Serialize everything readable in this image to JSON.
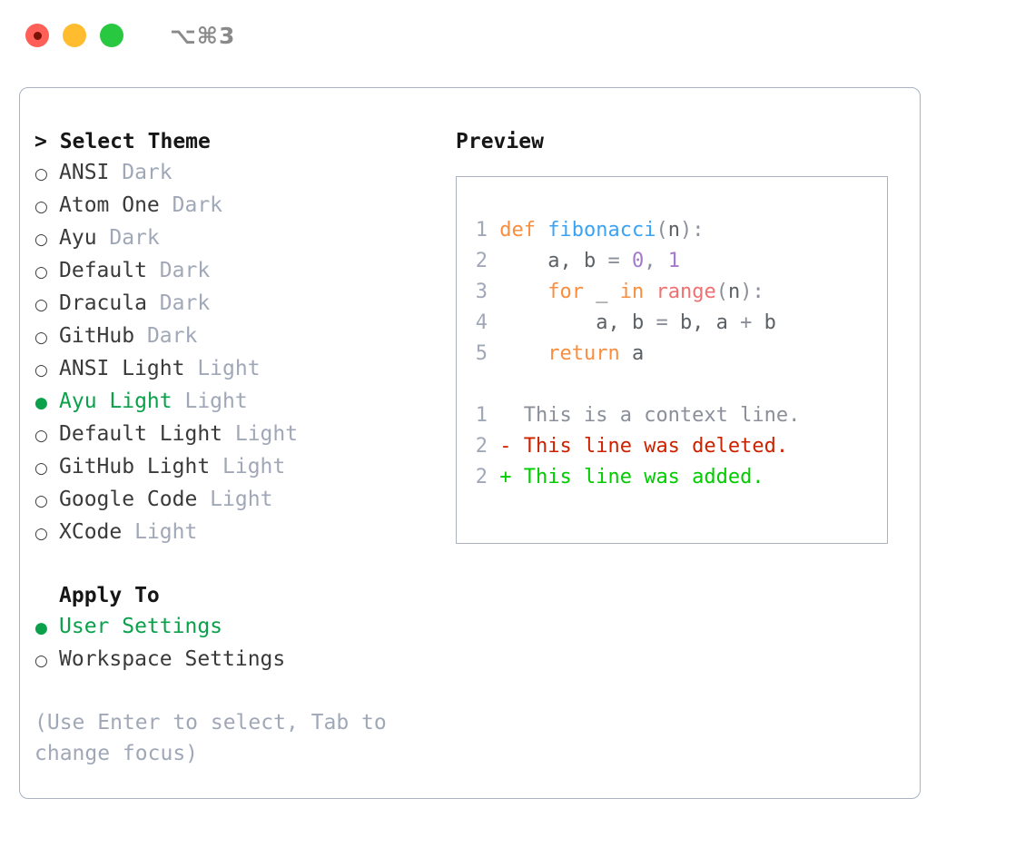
{
  "window": {
    "traffic_lights": [
      {
        "name": "close",
        "color": "#ff5f57"
      },
      {
        "name": "minimize",
        "color": "#febc2e"
      },
      {
        "name": "maximize",
        "color": "#28c840"
      }
    ],
    "shortcut": "⌥⌘3"
  },
  "theme_chooser": {
    "header": "> Select Theme",
    "selected_marker": "●",
    "unselected_marker": "○",
    "selected_color": "#0aa14a",
    "badge_color": "#a0a8b8",
    "options": [
      {
        "name": "ANSI",
        "badge": "Dark",
        "selected": false
      },
      {
        "name": "Atom One",
        "badge": "Dark",
        "selected": false
      },
      {
        "name": "Ayu",
        "badge": "Dark",
        "selected": false
      },
      {
        "name": "Default",
        "badge": "Dark",
        "selected": false
      },
      {
        "name": "Dracula",
        "badge": "Dark",
        "selected": false
      },
      {
        "name": "GitHub",
        "badge": "Dark",
        "selected": false
      },
      {
        "name": "ANSI Light",
        "badge": "Light",
        "selected": false
      },
      {
        "name": "Ayu Light",
        "badge": "Light",
        "selected": true
      },
      {
        "name": "Default Light",
        "badge": "Light",
        "selected": false
      },
      {
        "name": "GitHub Light",
        "badge": "Light",
        "selected": false
      },
      {
        "name": "Google Code",
        "badge": "Light",
        "selected": false
      },
      {
        "name": "XCode",
        "badge": "Light",
        "selected": false
      }
    ]
  },
  "apply_to": {
    "header": "Apply To",
    "options": [
      {
        "name": "User Settings",
        "selected": true
      },
      {
        "name": "Workspace Settings",
        "selected": false
      }
    ]
  },
  "hint": "(Use Enter to select, Tab to change focus)",
  "preview": {
    "title": "Preview",
    "code_lines": [
      {
        "no": "1",
        "tokens": [
          {
            "t": "def",
            "c": "tok-kw"
          },
          {
            "t": " ",
            "c": "tok-plain"
          },
          {
            "t": "fibonacci",
            "c": "tok-fn"
          },
          {
            "t": "(",
            "c": "tok-punct"
          },
          {
            "t": "n",
            "c": "tok-plain"
          },
          {
            "t": "):",
            "c": "tok-punct"
          }
        ]
      },
      {
        "no": "2",
        "tokens": [
          {
            "t": "    a, b ",
            "c": "tok-plain"
          },
          {
            "t": "= ",
            "c": "tok-punct"
          },
          {
            "t": "0",
            "c": "tok-num"
          },
          {
            "t": ", ",
            "c": "tok-punct"
          },
          {
            "t": "1",
            "c": "tok-num"
          }
        ]
      },
      {
        "no": "3",
        "tokens": [
          {
            "t": "    ",
            "c": "tok-plain"
          },
          {
            "t": "for",
            "c": "tok-kw"
          },
          {
            "t": " _ ",
            "c": "tok-plain"
          },
          {
            "t": "in",
            "c": "tok-kw"
          },
          {
            "t": " ",
            "c": "tok-plain"
          },
          {
            "t": "range",
            "c": "tok-built"
          },
          {
            "t": "(",
            "c": "tok-punct"
          },
          {
            "t": "n",
            "c": "tok-plain"
          },
          {
            "t": "):",
            "c": "tok-punct"
          }
        ]
      },
      {
        "no": "4",
        "tokens": [
          {
            "t": "        a, b ",
            "c": "tok-plain"
          },
          {
            "t": "= ",
            "c": "tok-punct"
          },
          {
            "t": "b, a ",
            "c": "tok-plain"
          },
          {
            "t": "+ ",
            "c": "tok-punct"
          },
          {
            "t": "b",
            "c": "tok-plain"
          }
        ]
      },
      {
        "no": "5",
        "tokens": [
          {
            "t": "    ",
            "c": "tok-plain"
          },
          {
            "t": "return",
            "c": "tok-kw"
          },
          {
            "t": " a",
            "c": "tok-plain"
          }
        ]
      }
    ],
    "diff_lines": [
      {
        "no": "1",
        "marker": " ",
        "text": " This is a context line.",
        "cls": "diff-ctx"
      },
      {
        "no": "2",
        "marker": "-",
        "text": " This line was deleted.",
        "cls": "diff-del"
      },
      {
        "no": "2",
        "marker": "+",
        "text": " This line was added.",
        "cls": "diff-add"
      }
    ]
  }
}
